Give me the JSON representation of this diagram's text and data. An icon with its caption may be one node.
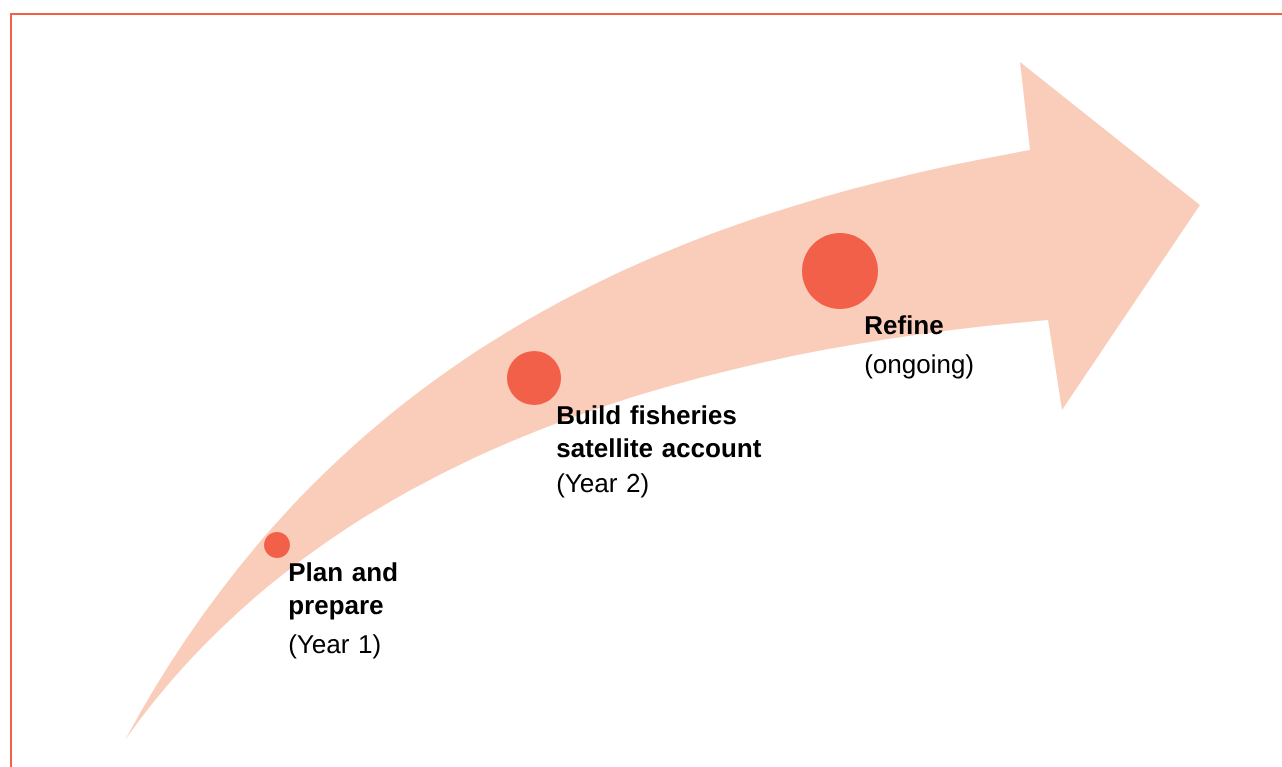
{
  "diagram": {
    "nodes": [
      {
        "text": [
          "Plan and prepare",
          "(Year 1)"
        ]
      },
      {
        "text": [
          "Build fisheries satellite account",
          "(Year 2)"
        ]
      },
      {
        "text": [
          "Refine",
          "(ongoing)"
        ]
      }
    ]
  }
}
